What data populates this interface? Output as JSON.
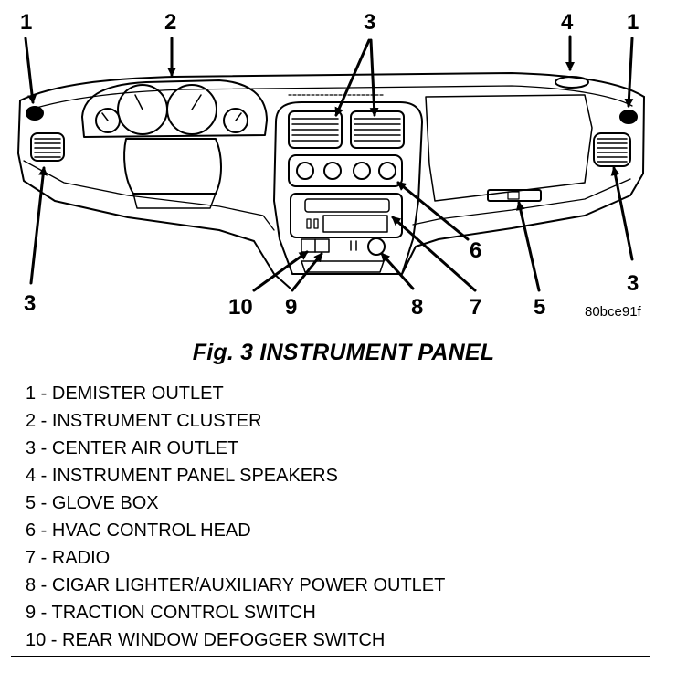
{
  "figure": {
    "code": "80bce91f",
    "caption": "Fig. 3 INSTRUMENT PANEL"
  },
  "callouts": {
    "n1_left": "1",
    "n2": "2",
    "n3_top": "3",
    "n4": "4",
    "n1_right": "1",
    "n3_left": "3",
    "n3_right": "3",
    "n10": "10",
    "n9": "9",
    "n8": "8",
    "n7": "7",
    "n6": "6",
    "n5": "5"
  },
  "legend": [
    "1 - DEMISTER OUTLET",
    "2 - INSTRUMENT CLUSTER",
    "3 - CENTER AIR OUTLET",
    "4 - INSTRUMENT PANEL SPEAKERS",
    "5 - GLOVE BOX",
    "6 - HVAC CONTROL HEAD",
    "7 - RADIO",
    "8 - CIGAR LIGHTER/AUXILIARY POWER OUTLET",
    "9 - TRACTION CONTROL SWITCH",
    "10 - REAR WINDOW DEFOGGER SWITCH"
  ]
}
